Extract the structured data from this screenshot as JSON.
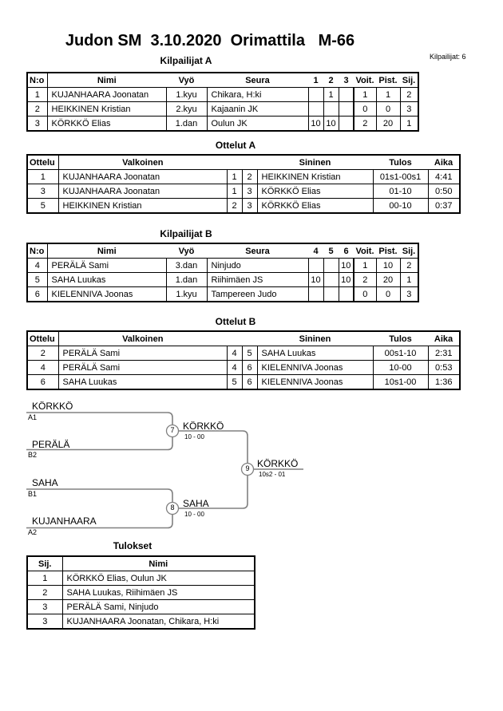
{
  "page": {
    "title": "Judon SM  3.10.2020  Orimattila   M-66",
    "competitors_label": "Kilpailijat: 6"
  },
  "colors": {
    "text": "#000000",
    "table_border": "#000000",
    "bracket_line": "#808080",
    "background": "#ffffff"
  },
  "pool_a": {
    "title": "Kilpailijat A",
    "headers": {
      "no": "N:o",
      "name": "Nimi",
      "belt": "Vyö",
      "club": "Seura",
      "m1": "1",
      "m2": "2",
      "m3": "3",
      "wins": "Voit.",
      "points": "Pist.",
      "place": "Sij."
    },
    "rows": [
      {
        "no": "1",
        "name": "KUJANHAARA Joonatan",
        "belt": "1.kyu",
        "club": "Chikara, H:ki",
        "m1": "",
        "m2": "1",
        "m3": "",
        "wins": "1",
        "points": "1",
        "place": "2"
      },
      {
        "no": "2",
        "name": "HEIKKINEN Kristian",
        "belt": "2.kyu",
        "club": "Kajaanin JK",
        "m1": "",
        "m2": "",
        "m3": "",
        "wins": "0",
        "points": "0",
        "place": "3"
      },
      {
        "no": "3",
        "name": "KÖRKKÖ Elias",
        "belt": "1.dan",
        "club": "Oulun JK",
        "m1": "10",
        "m2": "10",
        "m3": "",
        "wins": "2",
        "points": "20",
        "place": "1"
      }
    ]
  },
  "matches_a": {
    "title": "Ottelut A",
    "headers": {
      "match": "Ottelu",
      "white": "Valkoinen",
      "blue": "Sininen",
      "result": "Tulos",
      "time": "Aika"
    },
    "rows": [
      {
        "match": "1",
        "white": "KUJANHAARA Joonatan",
        "wno": "1",
        "bno": "2",
        "blue": "HEIKKINEN Kristian",
        "result": "01s1-00s1",
        "time": "4:41"
      },
      {
        "match": "3",
        "white": "KUJANHAARA Joonatan",
        "wno": "1",
        "bno": "3",
        "blue": "KÖRKKÖ Elias",
        "result": "01-10",
        "time": "0:50"
      },
      {
        "match": "5",
        "white": "HEIKKINEN Kristian",
        "wno": "2",
        "bno": "3",
        "blue": "KÖRKKÖ Elias",
        "result": "00-10",
        "time": "0:37"
      }
    ]
  },
  "pool_b": {
    "title": "Kilpailijat B",
    "headers": {
      "no": "N:o",
      "name": "Nimi",
      "belt": "Vyö",
      "club": "Seura",
      "m1": "4",
      "m2": "5",
      "m3": "6",
      "wins": "Voit.",
      "points": "Pist.",
      "place": "Sij."
    },
    "rows": [
      {
        "no": "4",
        "name": "PERÄLÄ Sami",
        "belt": "3.dan",
        "club": "Ninjudo",
        "m1": "",
        "m2": "",
        "m3": "10",
        "wins": "1",
        "points": "10",
        "place": "2"
      },
      {
        "no": "5",
        "name": "SAHA Luukas",
        "belt": "1.dan",
        "club": "Riihimäen JS",
        "m1": "10",
        "m2": "",
        "m3": "10",
        "wins": "2",
        "points": "20",
        "place": "1"
      },
      {
        "no": "6",
        "name": "KIELENNIVA Joonas",
        "belt": "1.kyu",
        "club": "Tampereen Judo",
        "m1": "",
        "m2": "",
        "m3": "",
        "wins": "0",
        "points": "0",
        "place": "3"
      }
    ]
  },
  "matches_b": {
    "title": "Ottelut B",
    "headers": {
      "match": "Ottelu",
      "white": "Valkoinen",
      "blue": "Sininen",
      "result": "Tulos",
      "time": "Aika"
    },
    "rows": [
      {
        "match": "2",
        "white": "PERÄLÄ Sami",
        "wno": "4",
        "bno": "5",
        "blue": "SAHA Luukas",
        "result": "00s1-10",
        "time": "2:31"
      },
      {
        "match": "4",
        "white": "PERÄLÄ Sami",
        "wno": "4",
        "bno": "6",
        "blue": "KIELENNIVA Joonas",
        "result": "10-00",
        "time": "0:53"
      },
      {
        "match": "6",
        "white": "SAHA Luukas",
        "wno": "5",
        "bno": "6",
        "blue": "KIELENNIVA Joonas",
        "result": "10s1-00",
        "time": "1:36"
      }
    ]
  },
  "bracket": {
    "semi1": {
      "top_name": "KÖRKKÖ",
      "top_seed": "A1",
      "bottom_name": "PERÄLÄ",
      "bottom_seed": "B2",
      "match_no": "7",
      "winner": "KÖRKKÖ",
      "score": "10 - 00"
    },
    "semi2": {
      "top_name": "SAHA",
      "top_seed": "B1",
      "bottom_name": "KUJANHAARA",
      "bottom_seed": "A2",
      "match_no": "8",
      "winner": "SAHA",
      "score": "10 - 00"
    },
    "final": {
      "match_no": "9",
      "winner": "KÖRKKÖ",
      "score": "10s2 - 01"
    }
  },
  "results": {
    "title": "Tulokset",
    "headers": {
      "place": "Sij.",
      "name": "Nimi"
    },
    "rows": [
      {
        "place": "1",
        "name": "KÖRKKÖ Elias, Oulun JK"
      },
      {
        "place": "2",
        "name": "SAHA Luukas, Riihimäen JS"
      },
      {
        "place": "3",
        "name": "PERÄLÄ Sami, Ninjudo"
      },
      {
        "place": "3",
        "name": "KUJANHAARA Joonatan, Chikara, H:ki"
      }
    ]
  }
}
